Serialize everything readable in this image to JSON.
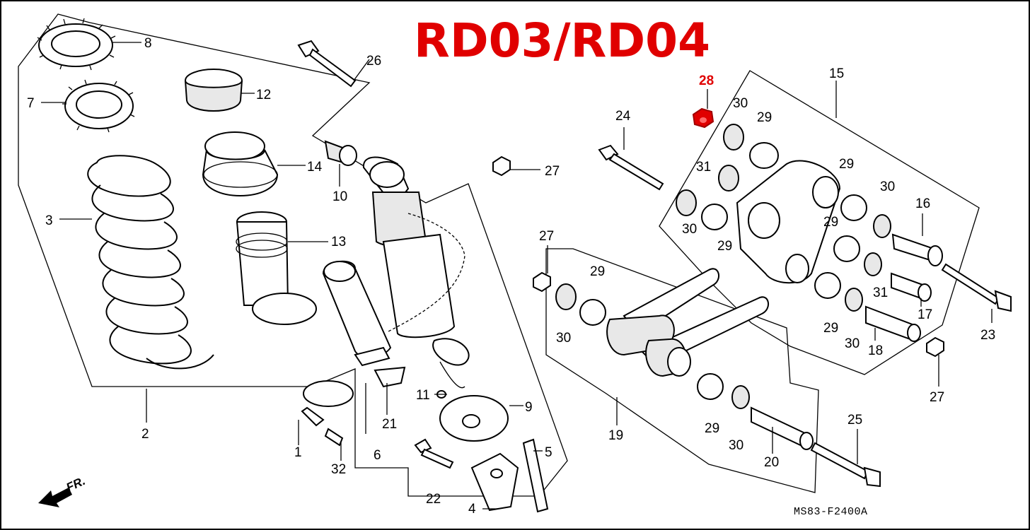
{
  "diagram": {
    "title": "RD03/RD04",
    "code": "MS83-F2400A",
    "front_marker": "FR.",
    "highlight_color": "#e00000",
    "callouts": [
      {
        "id": "c1",
        "text": "1"
      },
      {
        "id": "c2",
        "text": "2"
      },
      {
        "id": "c3",
        "text": "3"
      },
      {
        "id": "c4",
        "text": "4"
      },
      {
        "id": "c5",
        "text": "5"
      },
      {
        "id": "c6",
        "text": "6"
      },
      {
        "id": "c7",
        "text": "7"
      },
      {
        "id": "c8",
        "text": "8"
      },
      {
        "id": "c9",
        "text": "9"
      },
      {
        "id": "c10",
        "text": "10"
      },
      {
        "id": "c11",
        "text": "11"
      },
      {
        "id": "c12",
        "text": "12"
      },
      {
        "id": "c13",
        "text": "13"
      },
      {
        "id": "c14",
        "text": "14"
      },
      {
        "id": "c15",
        "text": "15"
      },
      {
        "id": "c16",
        "text": "16"
      },
      {
        "id": "c17",
        "text": "17"
      },
      {
        "id": "c18",
        "text": "18"
      },
      {
        "id": "c19",
        "text": "19"
      },
      {
        "id": "c20",
        "text": "20"
      },
      {
        "id": "c21",
        "text": "21"
      },
      {
        "id": "c22",
        "text": "22"
      },
      {
        "id": "c23",
        "text": "23"
      },
      {
        "id": "c24",
        "text": "24"
      },
      {
        "id": "c25",
        "text": "25"
      },
      {
        "id": "c26",
        "text": "26"
      },
      {
        "id": "c27a",
        "text": "27"
      },
      {
        "id": "c27b",
        "text": "27"
      },
      {
        "id": "c27c",
        "text": "27"
      },
      {
        "id": "c28",
        "text": "28"
      },
      {
        "id": "c29a",
        "text": "29"
      },
      {
        "id": "c29b",
        "text": "29"
      },
      {
        "id": "c29c",
        "text": "29"
      },
      {
        "id": "c29d",
        "text": "29"
      },
      {
        "id": "c29e",
        "text": "29"
      },
      {
        "id": "c29f",
        "text": "29"
      },
      {
        "id": "c29g",
        "text": "29"
      },
      {
        "id": "c30a",
        "text": "30"
      },
      {
        "id": "c30b",
        "text": "30"
      },
      {
        "id": "c30c",
        "text": "30"
      },
      {
        "id": "c30d",
        "text": "30"
      },
      {
        "id": "c30e",
        "text": "30"
      },
      {
        "id": "c30f",
        "text": "30"
      },
      {
        "id": "c31a",
        "text": "31"
      },
      {
        "id": "c31b",
        "text": "31"
      },
      {
        "id": "c32",
        "text": "32"
      }
    ]
  }
}
